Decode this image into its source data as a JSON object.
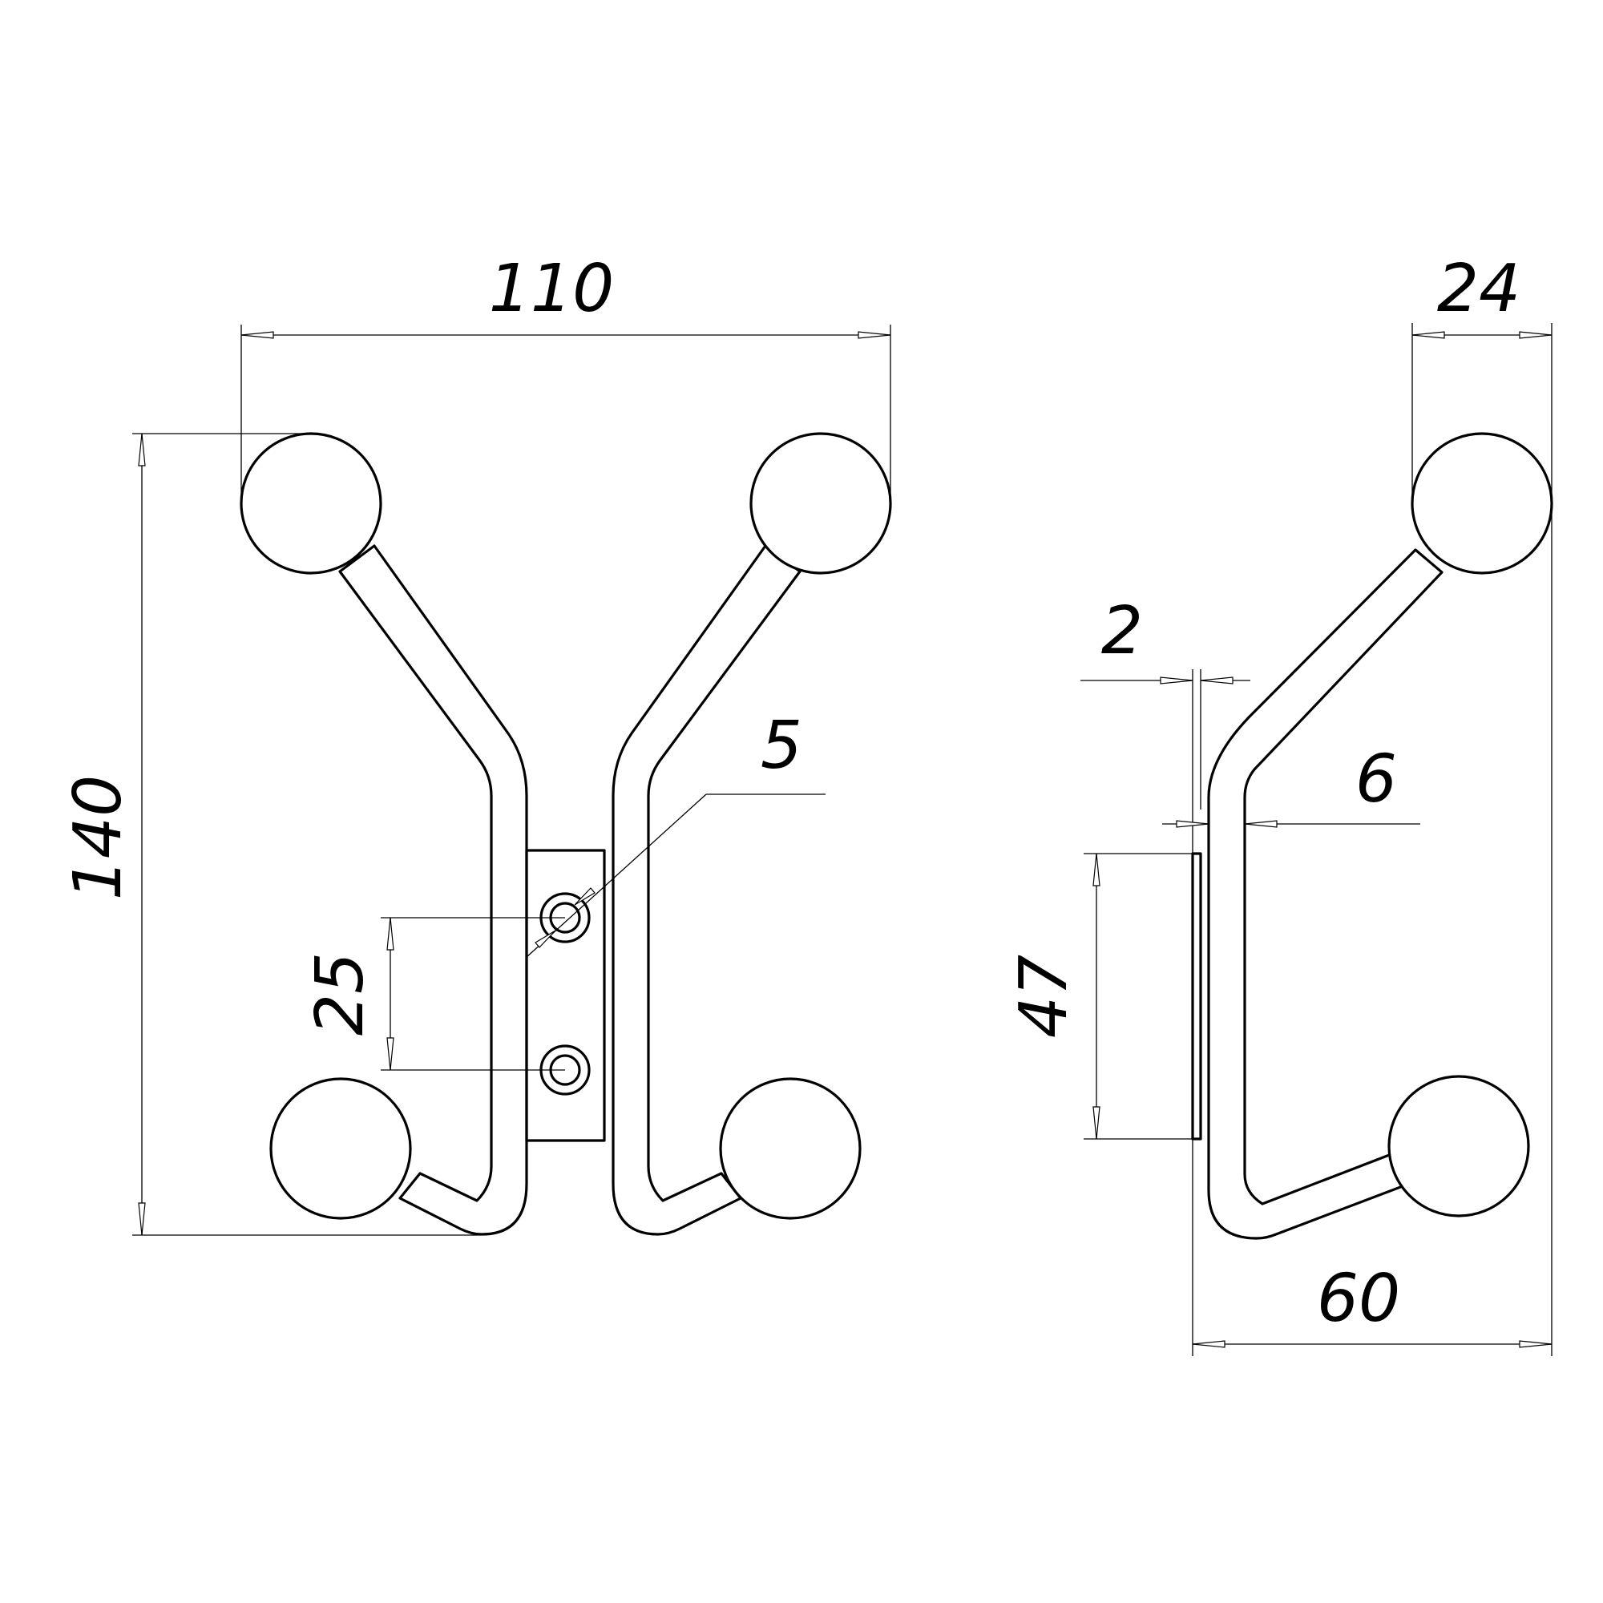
{
  "drawing": {
    "front_view": {
      "overall_width": "110",
      "overall_height": "140",
      "hole_spacing": "25",
      "hole_diameter": "5"
    },
    "side_view": {
      "ball_diameter": "24",
      "plate_thickness": "2",
      "wire_diameter": "6",
      "plate_height": "47",
      "depth": "60"
    }
  },
  "colors": {
    "line": "#000000",
    "background": "#ffffff"
  }
}
